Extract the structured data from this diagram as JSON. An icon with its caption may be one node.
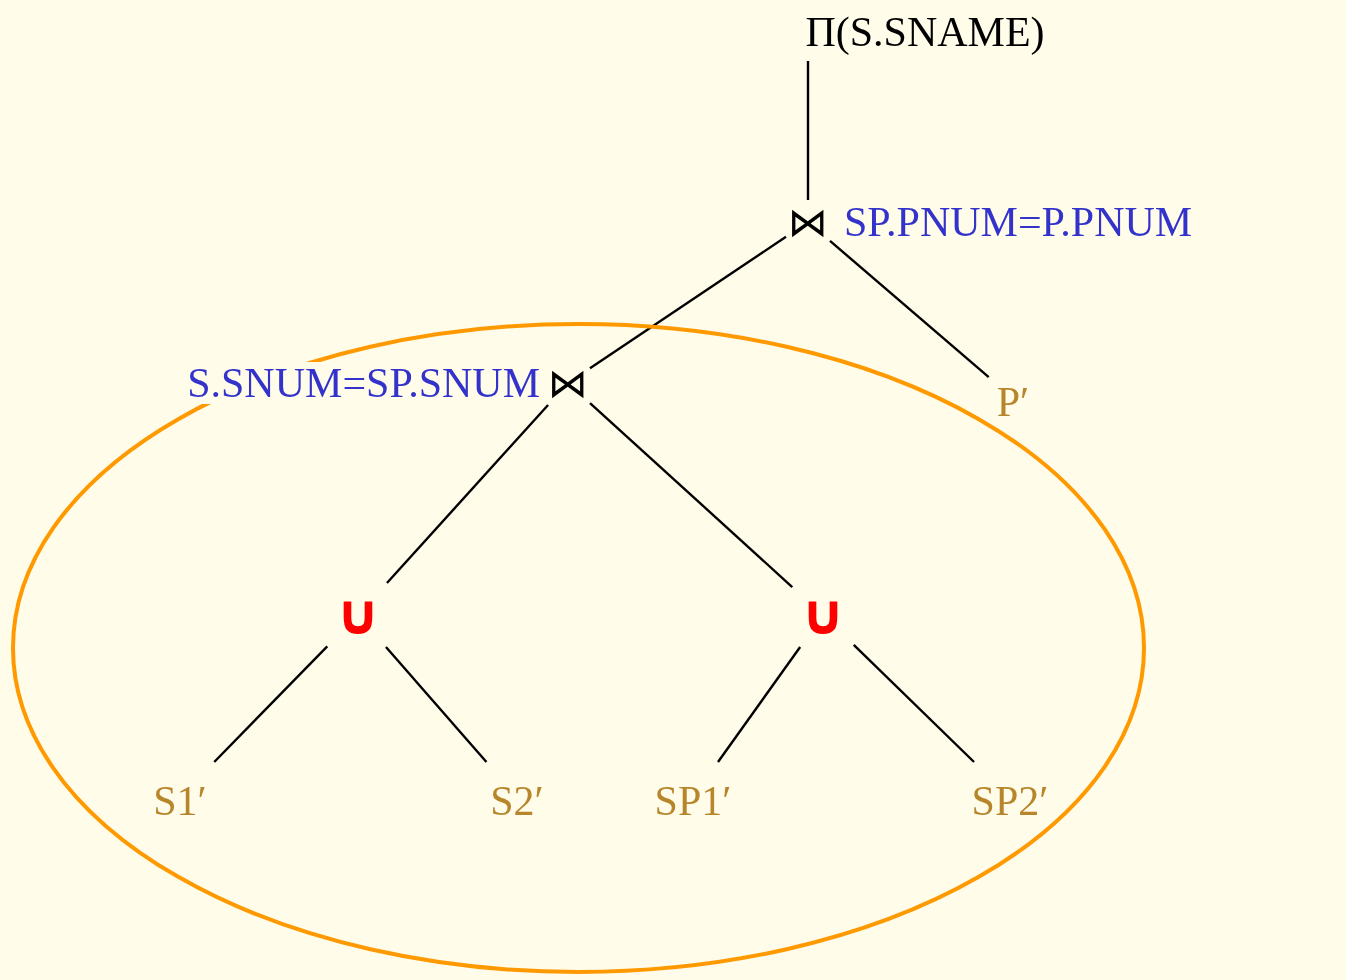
{
  "diagram": {
    "nodes": [
      {
        "text": [
          "Π(S.SNAME)"
        ]
      },
      {
        "text": [
          "⋈"
        ],
        "beside": [
          "SP.PNUM=P.PNUM"
        ]
      },
      {
        "text": [],
        "shape": "ellipse"
      },
      {
        "text": [
          "⋈"
        ],
        "beside": [
          "S.SNUM=SP.SNUM"
        ],
        "in": 2
      },
      {
        "text": [
          "P′"
        ]
      },
      {
        "text": [
          "∪"
        ],
        "in": 2
      },
      {
        "text": [
          "∪"
        ],
        "in": 2
      },
      {
        "text": [
          "S1′"
        ],
        "in": 2
      },
      {
        "text": [
          "S2′"
        ],
        "in": 2
      },
      {
        "text": [
          "SP1′"
        ],
        "in": 2
      },
      {
        "text": [
          "SP2′"
        ],
        "in": 2
      }
    ],
    "edges": [
      {
        "from": 0,
        "to": 1,
        "arrow": "none"
      },
      {
        "from": 1,
        "to": 3,
        "arrow": "none"
      },
      {
        "from": 1,
        "to": 4,
        "arrow": "none"
      },
      {
        "from": 3,
        "to": 5,
        "arrow": "none"
      },
      {
        "from": 3,
        "to": 6,
        "arrow": "none"
      },
      {
        "from": 5,
        "to": 7,
        "arrow": "none"
      },
      {
        "from": 5,
        "to": 8,
        "arrow": "none"
      },
      {
        "from": 6,
        "to": 9,
        "arrow": "none"
      },
      {
        "from": 6,
        "to": 10,
        "arrow": "none"
      }
    ]
  }
}
